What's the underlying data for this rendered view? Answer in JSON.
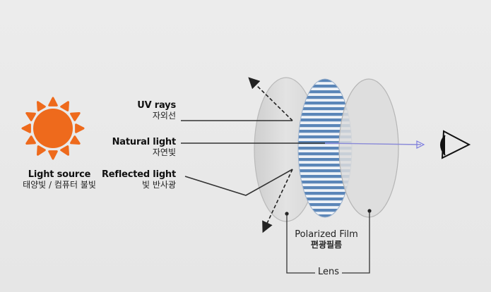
{
  "labels": {
    "uv_en": "UV rays",
    "uv_ko": "자외선",
    "natural_en": "Natural light",
    "natural_ko": "자연빛",
    "reflected_en": "Reflected light",
    "reflected_ko": "빛 반사광",
    "source_en": "Light source",
    "source_ko": "태양빛 / 컴퓨터 불빛",
    "film_en": "Polarized Film",
    "film_ko": "편광필름",
    "lens": "Lens"
  },
  "colors": {
    "sun": "#ee6a1c",
    "film_stripe": "#5b86b8",
    "lens_fill": "#d8d8d8",
    "line": "#333333",
    "beam": "#7c7ce0"
  },
  "icons": {
    "sun": "sun-icon",
    "eye": "eye-icon"
  }
}
